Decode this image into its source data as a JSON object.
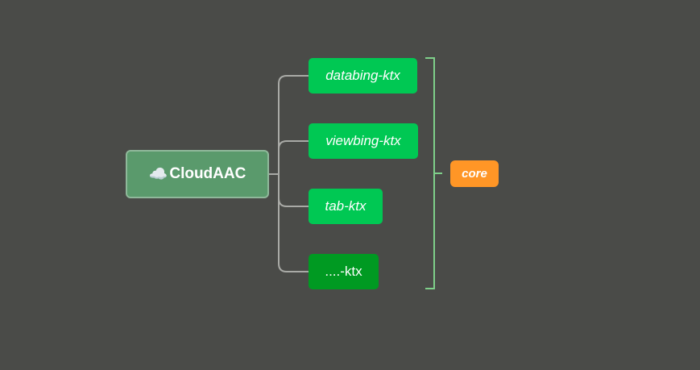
{
  "root": {
    "label": "CloudAAC",
    "icon": "cloud-icon",
    "icon_glyph": "☁️"
  },
  "children": [
    {
      "label": "databing-ktx"
    },
    {
      "label": "viewbing-ktx"
    },
    {
      "label": "tab-ktx"
    },
    {
      "label": "....-ktx"
    }
  ],
  "summary": {
    "label": "core"
  },
  "colors": {
    "background": "#4a4b48",
    "root_fill": "#5a9a6c",
    "root_border": "#8fb89a",
    "child_fill": "#00c853",
    "child_last_fill": "#009a22",
    "connector": "#a9aaa6",
    "bracket": "#7fd08a",
    "summary_fill": "#ff9626"
  }
}
